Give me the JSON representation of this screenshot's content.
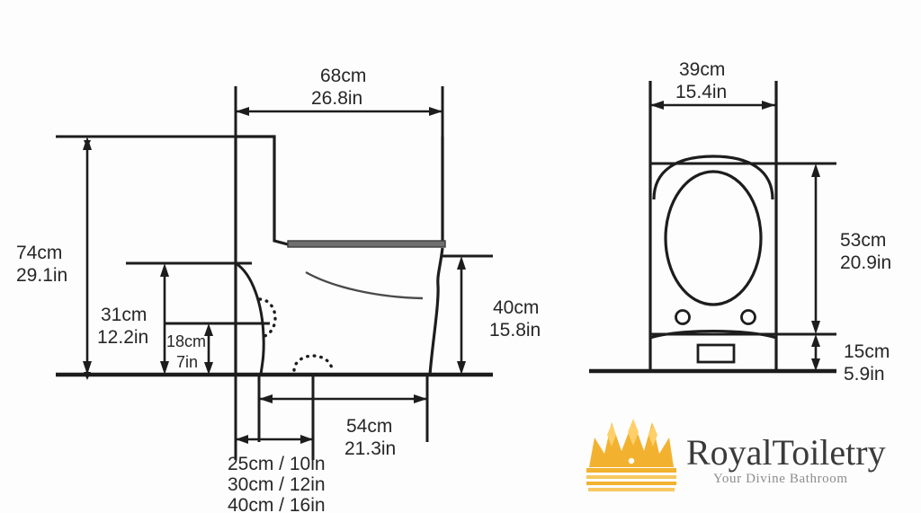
{
  "diagram": {
    "title": "Toilet dimensions technical drawing",
    "stroke_color": "#1d1d1d",
    "seat_fill_color": "#6f6f6f",
    "background_color": "#fdfdfd"
  },
  "side_view": {
    "name": "Side view of one-piece toilet",
    "dimensions": {
      "overall_height": {
        "cm": "74cm",
        "in": "29.1in"
      },
      "overall_depth": {
        "cm": "68cm",
        "in": "26.8in"
      },
      "seat_height": {
        "cm": "40cm",
        "in": "15.8in"
      },
      "tank_lower_height": {
        "cm": "31cm",
        "in": "12.2in"
      },
      "outlet_height": {
        "cm": "18cm",
        "in": "7in"
      },
      "bowl_projection": {
        "cm": "54cm",
        "in": "21.3in"
      }
    },
    "rough_in_options": [
      "25cm / 10in",
      "30cm / 12in",
      "40cm / 16in"
    ]
  },
  "front_view": {
    "name": "Front view of one-piece toilet",
    "dimensions": {
      "overall_width": {
        "cm": "39cm",
        "in": "15.4in"
      },
      "bowl_height": {
        "cm": "53cm",
        "in": "20.9in"
      },
      "base_height": {
        "cm": "15cm",
        "in": "5.9in"
      }
    }
  },
  "logo": {
    "brand": "RoyalToiletry",
    "tagline": "Your Divine Bathroom",
    "crown_color": "#F2B230",
    "brand_color": "#3a3a3a",
    "tagline_color": "#8d8d8d"
  }
}
